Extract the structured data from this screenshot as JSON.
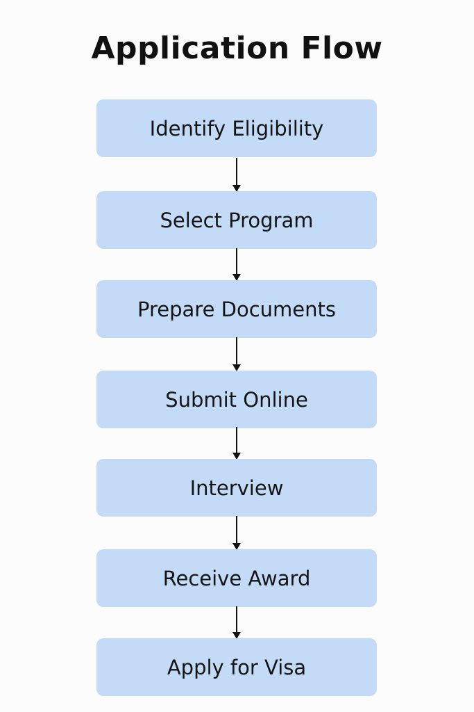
{
  "header": {
    "title": "Application Flow"
  },
  "flow": {
    "steps": [
      {
        "label": "Identify Eligibility"
      },
      {
        "label": "Select Program"
      },
      {
        "label": "Prepare Documents"
      },
      {
        "label": "Submit Online"
      },
      {
        "label": "Interview"
      },
      {
        "label": "Receive Award"
      },
      {
        "label": "Apply for Visa"
      }
    ]
  },
  "colors": {
    "background": "#fcfcfc",
    "box_fill": "#c3dbf6",
    "text": "#111111",
    "arrow": "#111111"
  },
  "icons": {
    "connector": "down-arrow-icon"
  }
}
